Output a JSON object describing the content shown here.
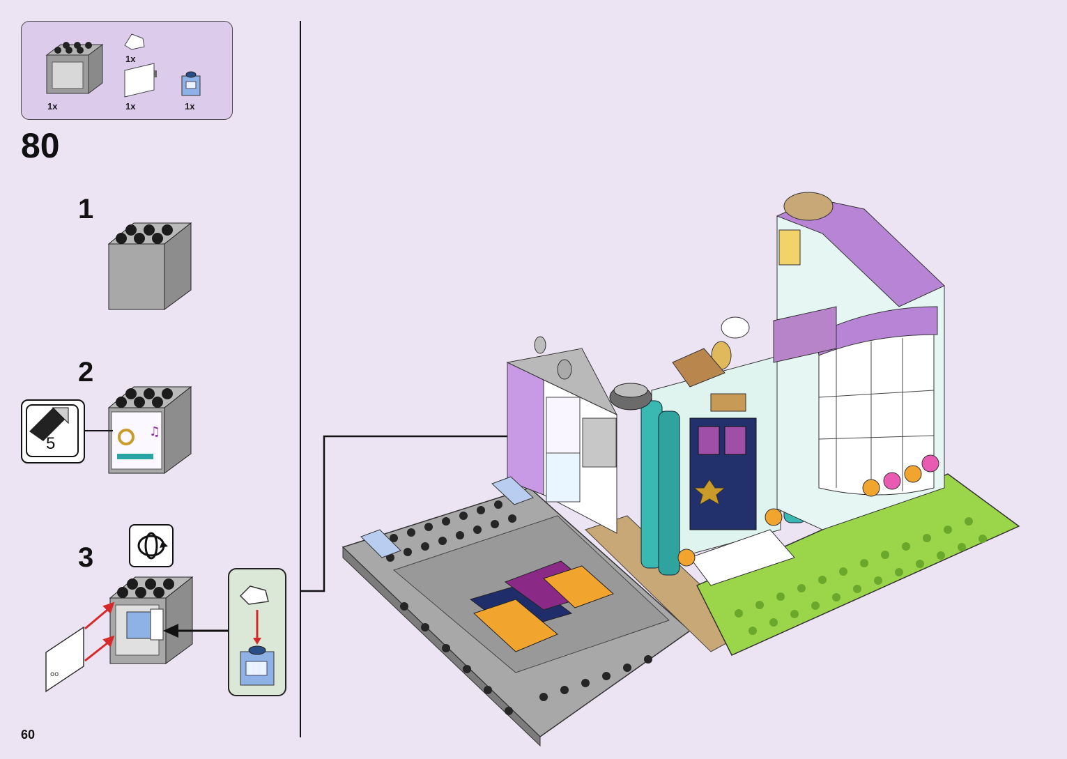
{
  "parts_list": {
    "items": [
      {
        "icon": "grey-brick-2x3-icon",
        "qty": "1x"
      },
      {
        "icon": "white-slope-tile-icon",
        "qty": "1x"
      },
      {
        "icon": "white-panel-door-icon",
        "qty": "1x"
      },
      {
        "icon": "blue-printed-brick-icon",
        "qty": "1x"
      }
    ]
  },
  "step": {
    "number": "80"
  },
  "substeps": [
    {
      "number": "1"
    },
    {
      "number": "2",
      "sticker": "5"
    },
    {
      "number": "3"
    }
  ],
  "page_number": "60",
  "colors": {
    "background": "#ece4f3",
    "parts_box": "#dccbeb",
    "callout": "#dbe8d8",
    "arrow_red": "#d62a2a",
    "brick_grey": "#a8a8a8",
    "lime": "#9bd54a",
    "purple": "#b784d6",
    "teal": "#3ab8b2",
    "navy": "#1f2d6b"
  }
}
